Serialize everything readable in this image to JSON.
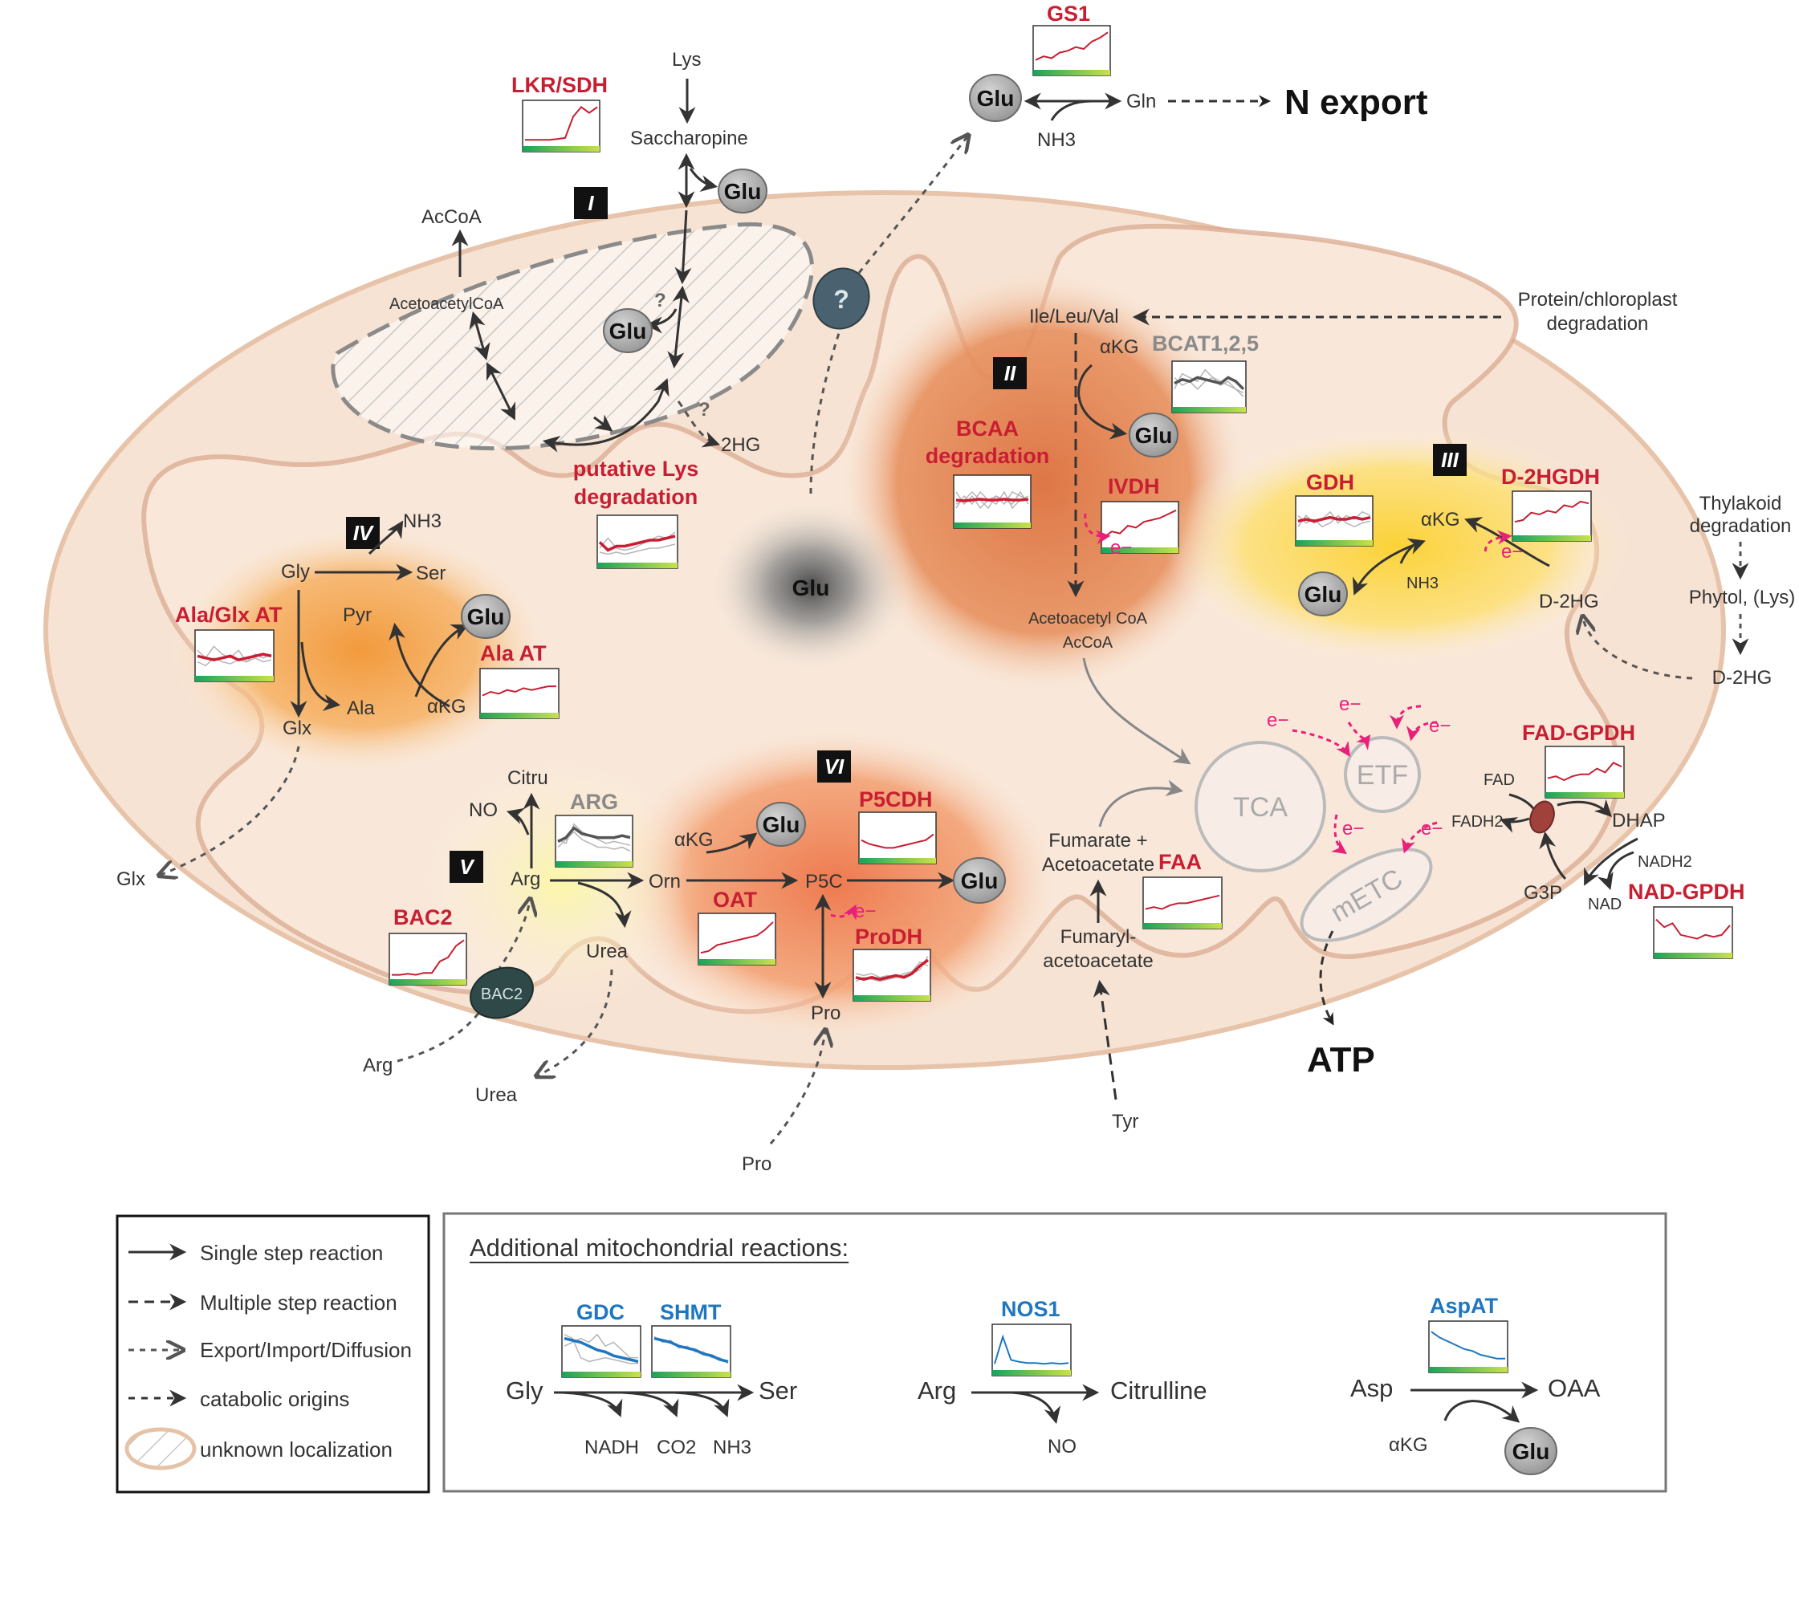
{
  "colors": {
    "enzyme_red": "#c81e32",
    "enzyme_blue": "#1f77c0",
    "enzyme_grey": "#8a8a8a",
    "electron_pink": "#e8207a",
    "membrane": "#e2b8a0",
    "matrix": "#fbeee0",
    "glu_grey": "#a9a9a9"
  },
  "header": {
    "gs1_label": "GS1",
    "glu": "Glu",
    "gln": "Gln",
    "nh3": "NH3",
    "n_export": "N export"
  },
  "lys_pathway": {
    "enzyme": "LKR/SDH",
    "lys": "Lys",
    "saccharopine": "Saccharopine",
    "glu": "Glu",
    "glu2": "Glu",
    "accoa": "AcCoA",
    "acetoacetylcoa": "AcetoacetylCoA",
    "question": "?",
    "question2": "?",
    "two_hg": "2HG",
    "roman": "I",
    "title_line1": "putative Lys",
    "title_line2": "degradation"
  },
  "transporter_unknown": "?",
  "center_glu": "Glu",
  "bcaa": {
    "roman": "II",
    "substrates": "Ile/Leu/Val",
    "akg": "αKG",
    "bcat": "BCAT1,2,5",
    "glu": "Glu",
    "title_line1": "BCAA",
    "title_line2": "degradation",
    "ivdh": "IVDH",
    "electron": "e−",
    "product_line1": "Acetoacetyl CoA",
    "product_line2": "AcCoA",
    "source_line1": "Protein/chloroplast",
    "source_line2": "degradation"
  },
  "d2hg": {
    "roman": "III",
    "gdh": "GDH",
    "d2hgdh": "D-2HGDH",
    "akg": "αKG",
    "glu": "Glu",
    "nh3": "NH3",
    "electron": "e−",
    "d2hg": "D-2HG",
    "thylakoid_line1": "Thylakoid",
    "thylakoid_line2": "degradation",
    "phytol": "Phytol, (Lys)",
    "d2hg_ext": "D-2HG"
  },
  "gly": {
    "roman": "IV",
    "nh3": "NH3",
    "gly": "Gly",
    "ser": "Ser",
    "pyr": "Pyr",
    "glu": "Glu",
    "enzyme1": "Ala/Glx AT",
    "enzyme2": "Ala AT",
    "ala": "Ala",
    "akg": "αKG",
    "glx": "Glx",
    "glx_export": "Glx"
  },
  "arg": {
    "roman": "V",
    "citru": "Citru",
    "no": "NO",
    "arg_enzyme": "ARG",
    "arg": "Arg",
    "orn": "Orn",
    "urea": "Urea",
    "bac2_enzyme": "BAC2",
    "bac2_transporter": "BAC2",
    "arg_ext": "Arg",
    "urea_ext": "Urea"
  },
  "pro": {
    "roman": "VI",
    "akg": "αKG",
    "glu": "Glu",
    "p5cdh": "P5CDH",
    "oat": "OAT",
    "p5c": "P5C",
    "glu2": "Glu",
    "electron": "e−",
    "prodh": "ProDH",
    "pro": "Pro",
    "pro_ext": "Pro"
  },
  "tyr": {
    "fumarate_line1": "Fumarate +",
    "fumarate_line2": "Acetoacetate",
    "faa": "FAA",
    "fumaryl_line1": "Fumaryl-",
    "fumaryl_line2": "acetoacetate",
    "tyr": "Tyr"
  },
  "etc": {
    "tca": "TCA",
    "etf": "ETF",
    "metc": "mETC",
    "electron": "e−",
    "atp": "ATP",
    "fad_gpdh": "FAD-GPDH",
    "fad": "FAD",
    "fadh2": "FADH2",
    "dhap": "DHAP",
    "nadh2": "NADH2",
    "g3p": "G3P",
    "nad": "NAD",
    "nad_gpdh": "NAD-GPDH"
  },
  "legend": {
    "items": [
      "Single step reaction",
      "Multiple step reaction",
      "Export/Import/Diffusion",
      "catabolic origins",
      "unknown localization"
    ]
  },
  "additional": {
    "title": "Additional mitochondrial reactions:",
    "gdc": "GDC",
    "shmt": "SHMT",
    "gly": "Gly",
    "ser": "Ser",
    "nadh": "NADH",
    "co2": "CO2",
    "nh3": "NH3",
    "nos1": "NOS1",
    "arg": "Arg",
    "citrulline": "Citrulline",
    "no": "NO",
    "aspat": "AspAT",
    "asp": "Asp",
    "oaa": "OAA",
    "akg": "αKG",
    "glu": "Glu"
  }
}
